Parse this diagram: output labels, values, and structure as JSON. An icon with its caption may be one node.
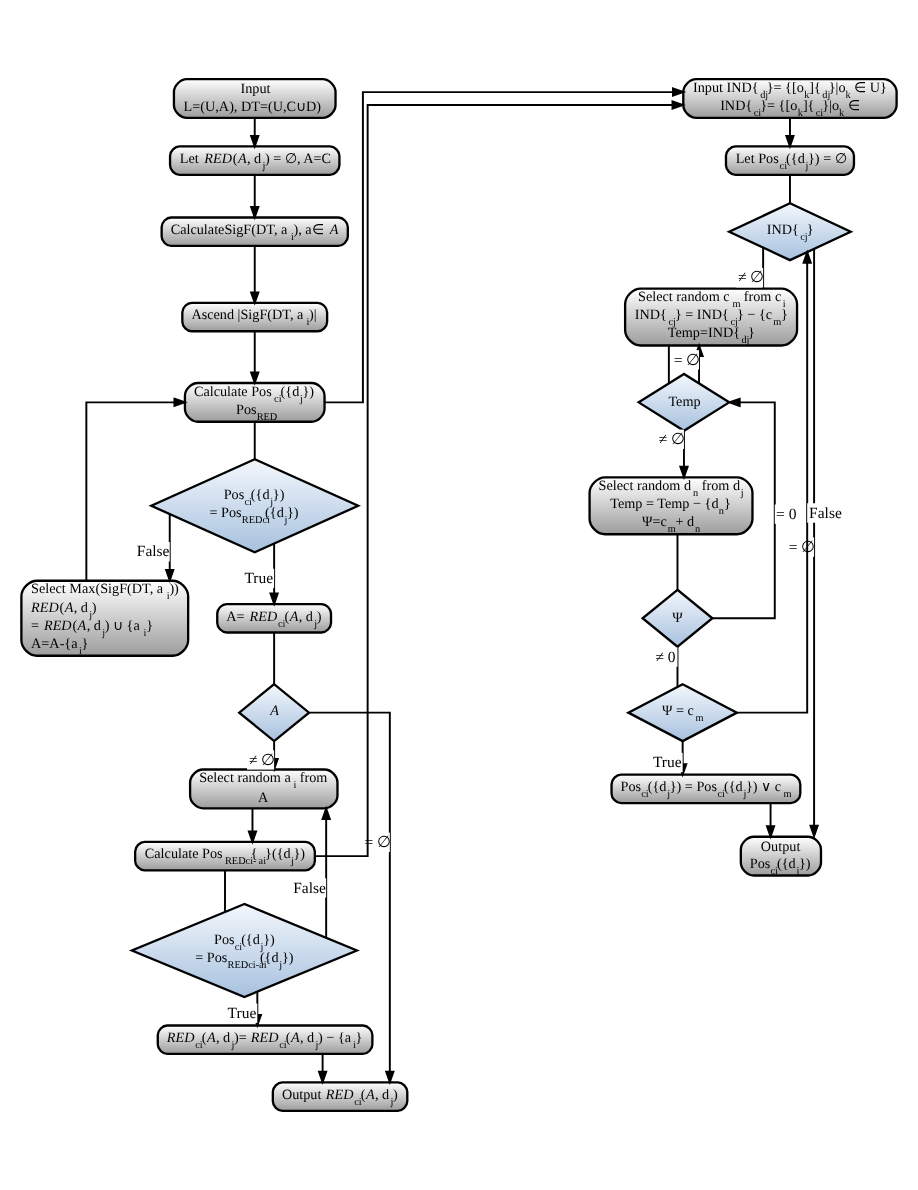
{
  "diagram": {
    "nodes": [
      {
        "text": [
          "Input L=(U,A), DT=(U,C∪D)"
        ]
      },
      {
        "text": [
          "Let *RED*(*A*, d$_{j}$) = ∅, A=C"
        ]
      },
      {
        "text": [
          "CalculateSigF(DT, a$_{i}$), a∈ *A*"
        ]
      },
      {
        "text": [
          "Ascend |SigF(DT, a$_{i}$)|"
        ]
      },
      {
        "text": [
          "Calculate Pos$_{ci}$({d$_{j}$}) Pos$_{RED}$"
        ]
      },
      {
        "text": [
          "Pos$_{ci}$({d$_{j}$}) = Pos$_{REDci}$({d$_{j}$})"
        ]
      },
      {
        "text": [
          "Select Max(SigF(DT, a$_{i}$)) *RED*(*A*, d$_{j}$) = *RED*(*A*, d$_{j}$) ∪ {a$_{i}$} A=A-{a$_{i}$}"
        ]
      },
      {
        "text": [
          "A= *RED*$_{ci}$(*A*, d$_{j}$)"
        ]
      },
      {
        "text": [
          "A"
        ]
      },
      {
        "text": [
          "Select random a$_{i}$ from A"
        ]
      },
      {
        "text": [
          "Calculate Pos$_{REDci-}${$_{ai}$}({d$_{j}$})"
        ]
      },
      {
        "text": [
          "Pos$_{ci}$({d$_{j}$}) = Pos$_{REDci-ai}$({d$_{j}$})"
        ]
      },
      {
        "text": [
          "*RED*$_{ci}$(*A*, d$_{j}$)= *RED*$_{ci}$(*A*, d$_{j}$) − {a$_{i}$}"
        ]
      },
      {
        "text": [
          "Output *RED*$_{ci}$(*A*, d$_{j}$)"
        ]
      },
      {
        "text": [
          "Input IND{$_{dj}$}= {[o$_{k}$]{$_{dj}$}|o$_{k}$ ∈ U} IND{$_{ci}$}= {[o$_{k}$]{$_{ci}$}|o$_{k}$ ∈"
        ]
      },
      {
        "text": [
          "Let Pos$_{ci}$({d$_{j}$}) = ∅"
        ]
      },
      {
        "text": [
          "IND{$_{cj}$}"
        ]
      },
      {
        "text": [
          "Select random c$_{m}$ from c$_{i}$ IND{$_{cj}$} = IND{$_{cj}$} − {c$_{m}$} Temp=IND{$_{dj}$}"
        ]
      },
      {
        "text": [
          "Temp"
        ]
      },
      {
        "text": [
          "Select random d$_{n}$ from d$_{j}$ Temp = Temp − {d$_{n}$} Ψ=c$_{m}$+ d$_{n}$"
        ]
      },
      {
        "text": [
          "Ψ"
        ]
      },
      {
        "text": [
          "Ψ = c$_{m}$"
        ]
      },
      {
        "text": [
          "Pos$_{ci}$({d$_{j}$}) = Pos$_{ci}$({d$_{j}$}) ∨ c$_{m}$"
        ]
      },
      {
        "text": [
          "Output Pos$_{ci}$({d$_{j}$})"
        ]
      }
    ],
    "edges": [
      {
        "from": 0,
        "to": 1,
        "arrow": "to"
      },
      {
        "from": 1,
        "to": 2,
        "arrow": "to"
      },
      {
        "from": 2,
        "to": 3,
        "arrow": "to"
      },
      {
        "from": 3,
        "to": 4,
        "arrow": "to"
      },
      {
        "from": 4,
        "to": 14,
        "arrow": "to"
      },
      {
        "from": 4,
        "to": 5,
        "arrow": "none"
      },
      {
        "from": 5,
        "to": 6,
        "arrow": "to",
        "label": "False"
      },
      {
        "from": 5,
        "to": 7,
        "arrow": "to",
        "label": "True"
      },
      {
        "from": 6,
        "to": 4,
        "arrow": "to"
      },
      {
        "from": 7,
        "to": 8,
        "arrow": "none"
      },
      {
        "from": 8,
        "to": 13,
        "arrow": "to",
        "label": "= ∅"
      },
      {
        "from": 8,
        "to": 9,
        "arrow": "to",
        "label": "≠ ∅"
      },
      {
        "from": 9,
        "to": 10,
        "arrow": "to"
      },
      {
        "from": 10,
        "to": 14,
        "arrow": "to"
      },
      {
        "from": 10,
        "to": 11,
        "arrow": "none"
      },
      {
        "from": 11,
        "to": 9,
        "arrow": "to",
        "label": "False"
      },
      {
        "from": 11,
        "to": 12,
        "arrow": "to",
        "label": "True"
      },
      {
        "from": 12,
        "to": 13,
        "arrow": "to"
      },
      {
        "from": 14,
        "to": 15,
        "arrow": "to"
      },
      {
        "from": 15,
        "to": 16,
        "arrow": "none"
      },
      {
        "from": 16,
        "to": 23,
        "arrow": "to",
        "label": "= ∅"
      },
      {
        "from": 16,
        "to": 17,
        "arrow": "none",
        "label": "≠ ∅"
      },
      {
        "from": 17,
        "to": 18,
        "arrow": "none"
      },
      {
        "from": 18,
        "to": 19,
        "arrow": "to",
        "label": "≠ ∅"
      },
      {
        "from": 18,
        "to": 17,
        "arrow": "to",
        "label": "= ∅"
      },
      {
        "from": 19,
        "to": 20,
        "arrow": "none"
      },
      {
        "from": 20,
        "to": 18,
        "arrow": "to",
        "label": "= 0"
      },
      {
        "from": 20,
        "to": 21,
        "arrow": "none",
        "label": "≠ 0"
      },
      {
        "from": 21,
        "to": 22,
        "arrow": "to",
        "label": "True"
      },
      {
        "from": 21,
        "to": 16,
        "arrow": "to",
        "label": "False"
      },
      {
        "from": 22,
        "to": 23,
        "arrow": "to"
      }
    ]
  }
}
